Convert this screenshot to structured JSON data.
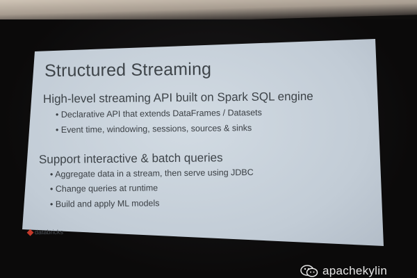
{
  "slide": {
    "title": "Structured Streaming",
    "section1": {
      "heading": "High-level streaming API built on Spark SQL engine",
      "bullets": [
        "Declarative API that extends DataFrames / Datasets",
        "Event time, windowing, sessions, sources & sinks"
      ]
    },
    "section2": {
      "heading": "Support interactive & batch queries",
      "bullets": [
        "Aggregate data in a stream, then serve using JDBC",
        "Change queries at runtime",
        "Build and apply ML models"
      ]
    },
    "logo_text": "databricks"
  },
  "watermark": {
    "text": "apachekylin",
    "icon": "wechat-icon"
  },
  "colors": {
    "slide_background": "#c9d2db",
    "slide_text": "#3d4348",
    "logo_accent": "#c43a2b",
    "room_dark": "#0e0d0c"
  }
}
